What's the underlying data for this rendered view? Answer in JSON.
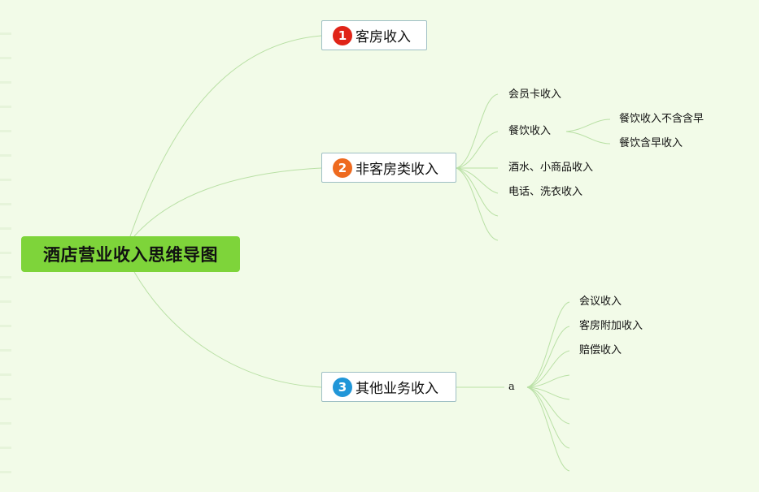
{
  "colors": {
    "background": "#f2fbe8",
    "root_fill": "#7ed43a",
    "connector": "#b9e0a5",
    "branch_border": "#9ebfc4",
    "badge_1": "#e02418",
    "badge_2": "#ee6a1f",
    "badge_3": "#2196d8"
  },
  "root": {
    "label": "酒店营业收入思维导图"
  },
  "branches": [
    {
      "badge": "1",
      "label": "客房收入"
    },
    {
      "badge": "2",
      "label": "非客房类收入"
    },
    {
      "badge": "3",
      "label": "其他业务收入"
    }
  ],
  "non_room": {
    "membership": "会员卡收入",
    "catering": "餐饮收入",
    "catering_children": [
      "餐饮收入不含含早",
      "餐饮含早收入"
    ],
    "drinks": "酒水、小商品收入",
    "phone_laundry": "电话、洗衣收入"
  },
  "other": {
    "node": "a",
    "children": [
      "会议收入",
      "客房附加收入",
      "赔偿收入"
    ]
  }
}
